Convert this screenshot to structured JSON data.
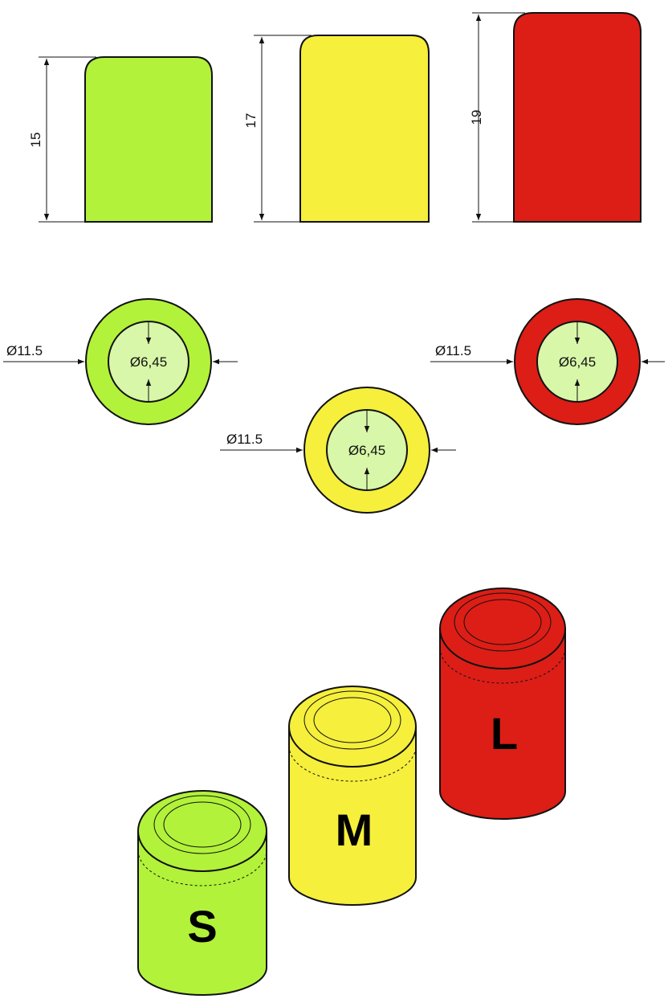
{
  "colors": {
    "small": "#b2f23a",
    "medium": "#f6ef3c",
    "large": "#dc1e16",
    "bore": "#d8f7a8",
    "line": "#111111"
  },
  "side_views": [
    {
      "key": "small",
      "height_label": "15"
    },
    {
      "key": "medium",
      "height_label": "17"
    },
    {
      "key": "large",
      "height_label": "19"
    }
  ],
  "top_views": [
    {
      "key": "small",
      "outer_label": "Ø11.5",
      "inner_label": "Ø6,45"
    },
    {
      "key": "medium",
      "outer_label": "Ø11.5",
      "inner_label": "Ø6,45"
    },
    {
      "key": "large",
      "outer_label": "Ø11.5",
      "inner_label": "Ø6,45"
    }
  ],
  "iso_views": [
    {
      "key": "small",
      "letter": "S"
    },
    {
      "key": "medium",
      "letter": "M"
    },
    {
      "key": "large",
      "letter": "L"
    }
  ]
}
